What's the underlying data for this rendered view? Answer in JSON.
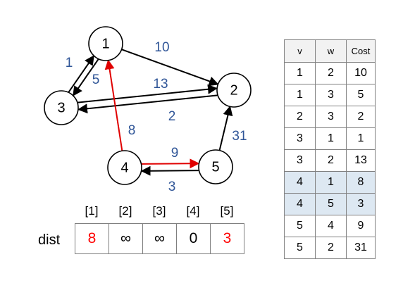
{
  "nodes": [
    {
      "id": "1",
      "label": "1"
    },
    {
      "id": "2",
      "label": "2"
    },
    {
      "id": "3",
      "label": "3"
    },
    {
      "id": "4",
      "label": "4"
    },
    {
      "id": "5",
      "label": "5"
    }
  ],
  "edges": [
    {
      "from": "1",
      "to": "2",
      "weight": "10",
      "color": "#000000"
    },
    {
      "from": "1",
      "to": "3",
      "weight": "5",
      "color": "#000000"
    },
    {
      "from": "3",
      "to": "1",
      "weight": "1",
      "color": "#000000"
    },
    {
      "from": "3",
      "to": "2",
      "weight": "13",
      "color": "#000000"
    },
    {
      "from": "2",
      "to": "3",
      "weight": "2",
      "color": "#000000"
    },
    {
      "from": "4",
      "to": "1",
      "weight": "8",
      "color": "#e00000"
    },
    {
      "from": "4",
      "to": "5",
      "weight": "3",
      "color": "#e00000"
    },
    {
      "from": "5",
      "to": "4",
      "weight": "9",
      "color": "#000000"
    },
    {
      "from": "5",
      "to": "2",
      "weight": "31",
      "color": "#000000"
    }
  ],
  "weight_label_color": "#2f5597",
  "dist": {
    "name": "dist",
    "indexes": [
      "[1]",
      "[2]",
      "[3]",
      "[4]",
      "[5]"
    ],
    "values": [
      {
        "value": "8",
        "color": "#ff0000"
      },
      {
        "value": "∞",
        "color": "#000000"
      },
      {
        "value": "∞",
        "color": "#000000"
      },
      {
        "value": "0",
        "color": "#000000"
      },
      {
        "value": "3",
        "color": "#ff0000"
      }
    ]
  },
  "edge_table": {
    "headers": [
      "v",
      "w",
      "Cost"
    ],
    "rows": [
      {
        "v": "1",
        "w": "2",
        "cost": "10",
        "highlight": false
      },
      {
        "v": "1",
        "w": "3",
        "cost": "5",
        "highlight": false
      },
      {
        "v": "2",
        "w": "3",
        "cost": "2",
        "highlight": false
      },
      {
        "v": "3",
        "w": "1",
        "cost": "1",
        "highlight": false
      },
      {
        "v": "3",
        "w": "2",
        "cost": "13",
        "highlight": false
      },
      {
        "v": "4",
        "w": "1",
        "cost": "8",
        "highlight": true
      },
      {
        "v": "4",
        "w": "5",
        "cost": "3",
        "highlight": true
      },
      {
        "v": "5",
        "w": "4",
        "cost": "9",
        "highlight": false
      },
      {
        "v": "5",
        "w": "2",
        "cost": "31",
        "highlight": false
      }
    ],
    "highlight_color": "#dde8f2"
  }
}
